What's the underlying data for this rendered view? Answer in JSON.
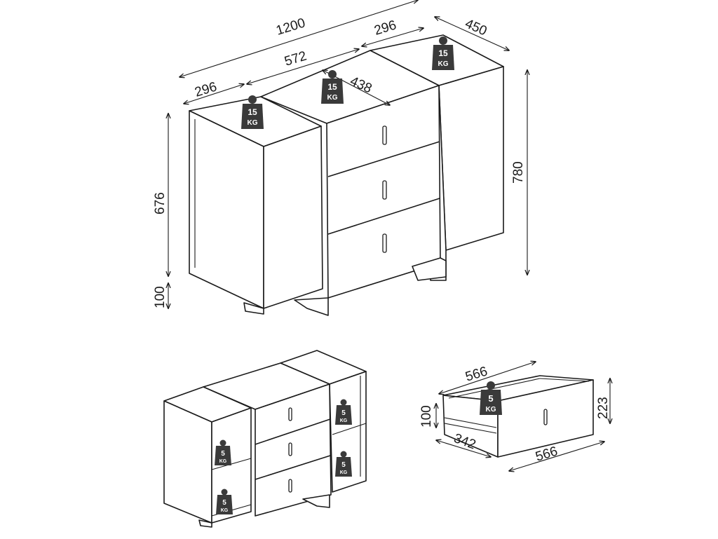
{
  "dimensions": {
    "total_width": "1200",
    "side_left": "296",
    "side_right": "296",
    "center_width": "572",
    "depth": "450",
    "drawer_depth": "438",
    "total_height": "780",
    "cabinet_height": "676",
    "leg_height": "100"
  },
  "weights": {
    "top_left": {
      "value": "15",
      "unit": "KG"
    },
    "top_center": {
      "value": "15",
      "unit": "KG"
    },
    "top_right": {
      "value": "15",
      "unit": "KG"
    },
    "shelf_left_upper": {
      "value": "5",
      "unit": "KG"
    },
    "shelf_left_lower": {
      "value": "5",
      "unit": "KG"
    },
    "shelf_right_upper": {
      "value": "5",
      "unit": "KG"
    },
    "shelf_right_lower": {
      "value": "5",
      "unit": "KG"
    },
    "drawer": {
      "value": "5",
      "unit": "KG"
    }
  },
  "drawer_dimensions": {
    "width_top": "566",
    "width_bottom": "566",
    "depth": "342",
    "height": "223",
    "inner_height": "100"
  },
  "colors": {
    "line": "#1a1a1a",
    "weight_badge": "#3a3a3a",
    "background": "#ffffff"
  }
}
